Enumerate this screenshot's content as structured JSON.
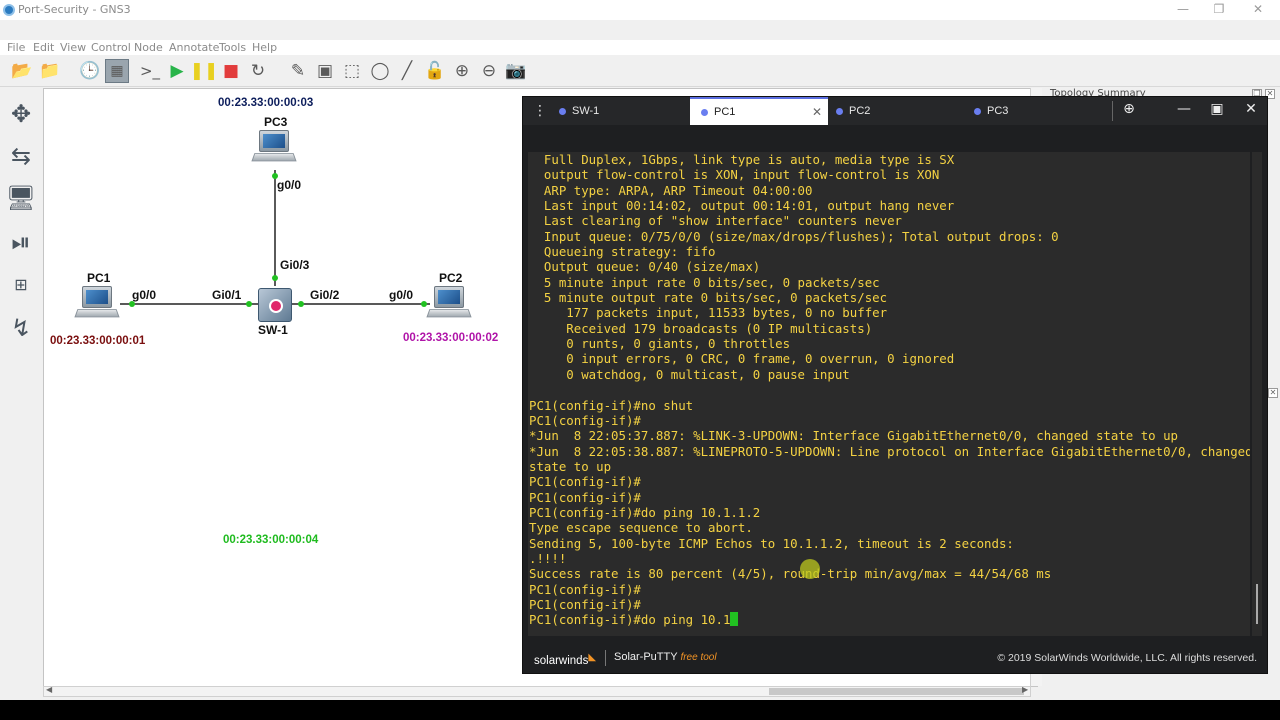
{
  "window": {
    "title": "Port-Security - GNS3"
  },
  "menu": [
    "File",
    "Edit",
    "View",
    "Control",
    "Node",
    "Annotate",
    "Tools",
    "Help"
  ],
  "topology": {
    "nodes": {
      "pc3": {
        "name": "PC3",
        "mac": "00:23.33:00:00:03",
        "mac_color": "#0d1e5c",
        "port": "g0/0"
      },
      "pc1": {
        "name": "PC1",
        "mac": "00:23.33:00:00:01",
        "mac_color": "#7a0f0f",
        "port": "g0/0"
      },
      "pc2": {
        "name": "PC2",
        "mac": "00:23.33:00:00:02",
        "mac_color": "#b014a8",
        "port": "g0/0"
      },
      "sw1": {
        "name": "SW-1",
        "ports": {
          "left": "Gi0/1",
          "right": "Gi0/2",
          "top": "Gi0/3"
        }
      }
    },
    "note_mac": "00:23.33:00:00:04",
    "note_color": "#1fbb1f"
  },
  "right_panel": {
    "title": "Topology Summary"
  },
  "terminal": {
    "tabs": [
      {
        "label": "SW-1",
        "active": false
      },
      {
        "label": "PC1",
        "active": true
      },
      {
        "label": "PC2",
        "active": false
      },
      {
        "label": "PC3",
        "active": false
      }
    ],
    "lines": [
      "  Full Duplex, 1Gbps, link type is auto, media type is SX",
      "  output flow-control is XON, input flow-control is XON",
      "  ARP type: ARPA, ARP Timeout 04:00:00",
      "  Last input 00:14:02, output 00:14:01, output hang never",
      "  Last clearing of \"show interface\" counters never",
      "  Input queue: 0/75/0/0 (size/max/drops/flushes); Total output drops: 0",
      "  Queueing strategy: fifo",
      "  Output queue: 0/40 (size/max)",
      "  5 minute input rate 0 bits/sec, 0 packets/sec",
      "  5 minute output rate 0 bits/sec, 0 packets/sec",
      "     177 packets input, 11533 bytes, 0 no buffer",
      "     Received 179 broadcasts (0 IP multicasts)",
      "     0 runts, 0 giants, 0 throttles",
      "     0 input errors, 0 CRC, 0 frame, 0 overrun, 0 ignored",
      "     0 watchdog, 0 multicast, 0 pause input",
      "",
      "PC1(config-if)#no shut",
      "PC1(config-if)#",
      "*Jun  8 22:05:37.887: %LINK-3-UPDOWN: Interface GigabitEthernet0/0, changed state to up",
      "*Jun  8 22:05:38.887: %LINEPROTO-5-UPDOWN: Line protocol on Interface GigabitEthernet0/0, changed",
      "state to up",
      "PC1(config-if)#",
      "PC1(config-if)#",
      "PC1(config-if)#do ping 10.1.1.2",
      "Type escape sequence to abort.",
      "Sending 5, 100-byte ICMP Echos to 10.1.1.2, timeout is 2 seconds:",
      ".!!!!",
      "Success rate is 80 percent (4/5), round-trip min/avg/max = 44/54/68 ms",
      "PC1(config-if)#",
      "PC1(config-if)#"
    ],
    "current_input": "PC1(config-if)#do ping 10.1",
    "footer": {
      "brand": "solarwinds",
      "app": "Solar-PuTTY",
      "app_tag": "free tool",
      "copyright": "© 2019 SolarWinds Worldwide, LLC. All rights reserved."
    }
  }
}
